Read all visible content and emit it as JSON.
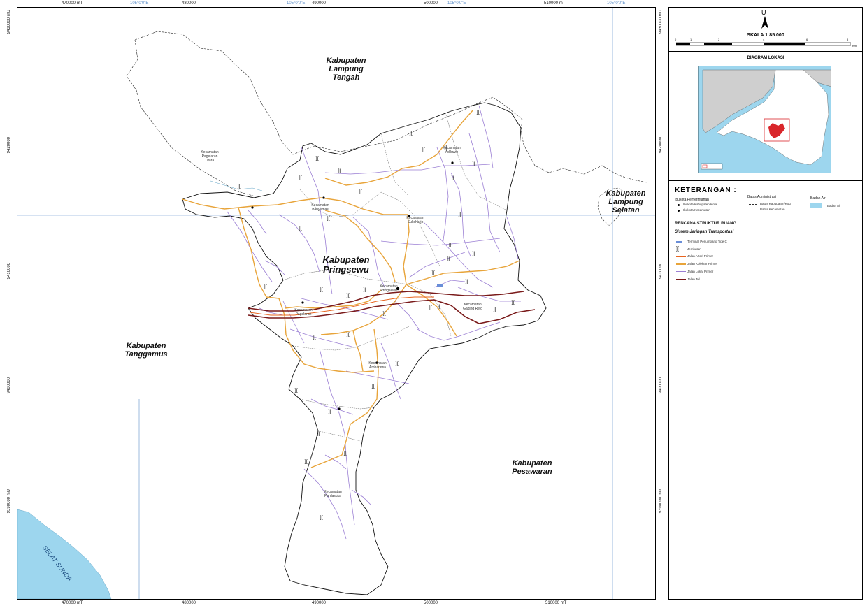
{
  "map": {
    "regions": {
      "lampung_tengah": "Kabupaten\nLampung\nTengah",
      "lampung_selatan": "Kabupaten\nLampung\nSelatan",
      "pringsewu": "Kabupaten\nPringsewu",
      "tanggamus": "Kabupaten\nTanggamus",
      "pesawaran": "Kabupaten\nPesawaran"
    },
    "sea_label": "SELAT SUNDA",
    "kecamatan": [
      "Kecamatan\nPagelaran\nUtara",
      "Kecamatan\nAdiluwih",
      "Kecamatan\nBanyumas",
      "Kecamatan\nSukoharjo",
      "Kecamatan\nPringsewu",
      "Kecamatan\nGading Rejo",
      "Kecamatan\nPagelaran",
      "Kecamatan\nAmbarawa",
      "Kecamatan\nPardasuka"
    ],
    "coords_top": [
      "470000 mT",
      "480000",
      "490000",
      "500000",
      "510000 mT"
    ],
    "coords_top_blue": [
      "105°0'0\"E",
      "105°0'0\"E",
      "105°0'0\"E",
      "105°0'0\"E"
    ],
    "coords_bottom": [
      "470000 mT",
      "480000",
      "490000",
      "500000",
      "510000 mT"
    ],
    "coords_left": [
      "9430000 mU",
      "9420000",
      "9410000",
      "9400000",
      "9390000 mU"
    ],
    "coords_right": [
      "9430000 mU",
      "9420000",
      "9410000",
      "9400000",
      "9390000 mU"
    ]
  },
  "legend": {
    "north_letter": "U",
    "scale": "SKALA 1:85.000",
    "scale_ticks": [
      "0",
      "1",
      "2",
      "4",
      "6",
      "8"
    ],
    "scale_unit": "Km",
    "diagram_title": "DIAGRAM LOKASI",
    "keterangan": "KETERANGAN :",
    "ibukota_title": "Ibukota Pemerintahan",
    "ibukota_items": [
      "Ibukota Kabupaten/Kota",
      "Ibukota Kecamatan"
    ],
    "batas_title": "Batas Administrasi",
    "batas_items": [
      "Batas Kabupaten/Kota",
      "Batas Kecamatan"
    ],
    "badan_air_title": "Badan Air",
    "badan_air_item": "Badan Air",
    "rencana_title": "RENCANA STRUKTUR RUANG",
    "sistem_title": "Sistem Jaringan Transportasi",
    "transport_items": [
      "Terminal Penumpang Tipe C",
      "Jembatan",
      "Jalan Arteri Primer",
      "Jalan Kolektor Primer",
      "Jalan Lokal Primer",
      "Jalan Tol"
    ],
    "colors": {
      "arteri": "#e8641e",
      "kolektor": "#e8a43a",
      "lokal": "#9b7fd4",
      "tol": "#7a1a1a",
      "water": "#9dd6ee"
    }
  }
}
